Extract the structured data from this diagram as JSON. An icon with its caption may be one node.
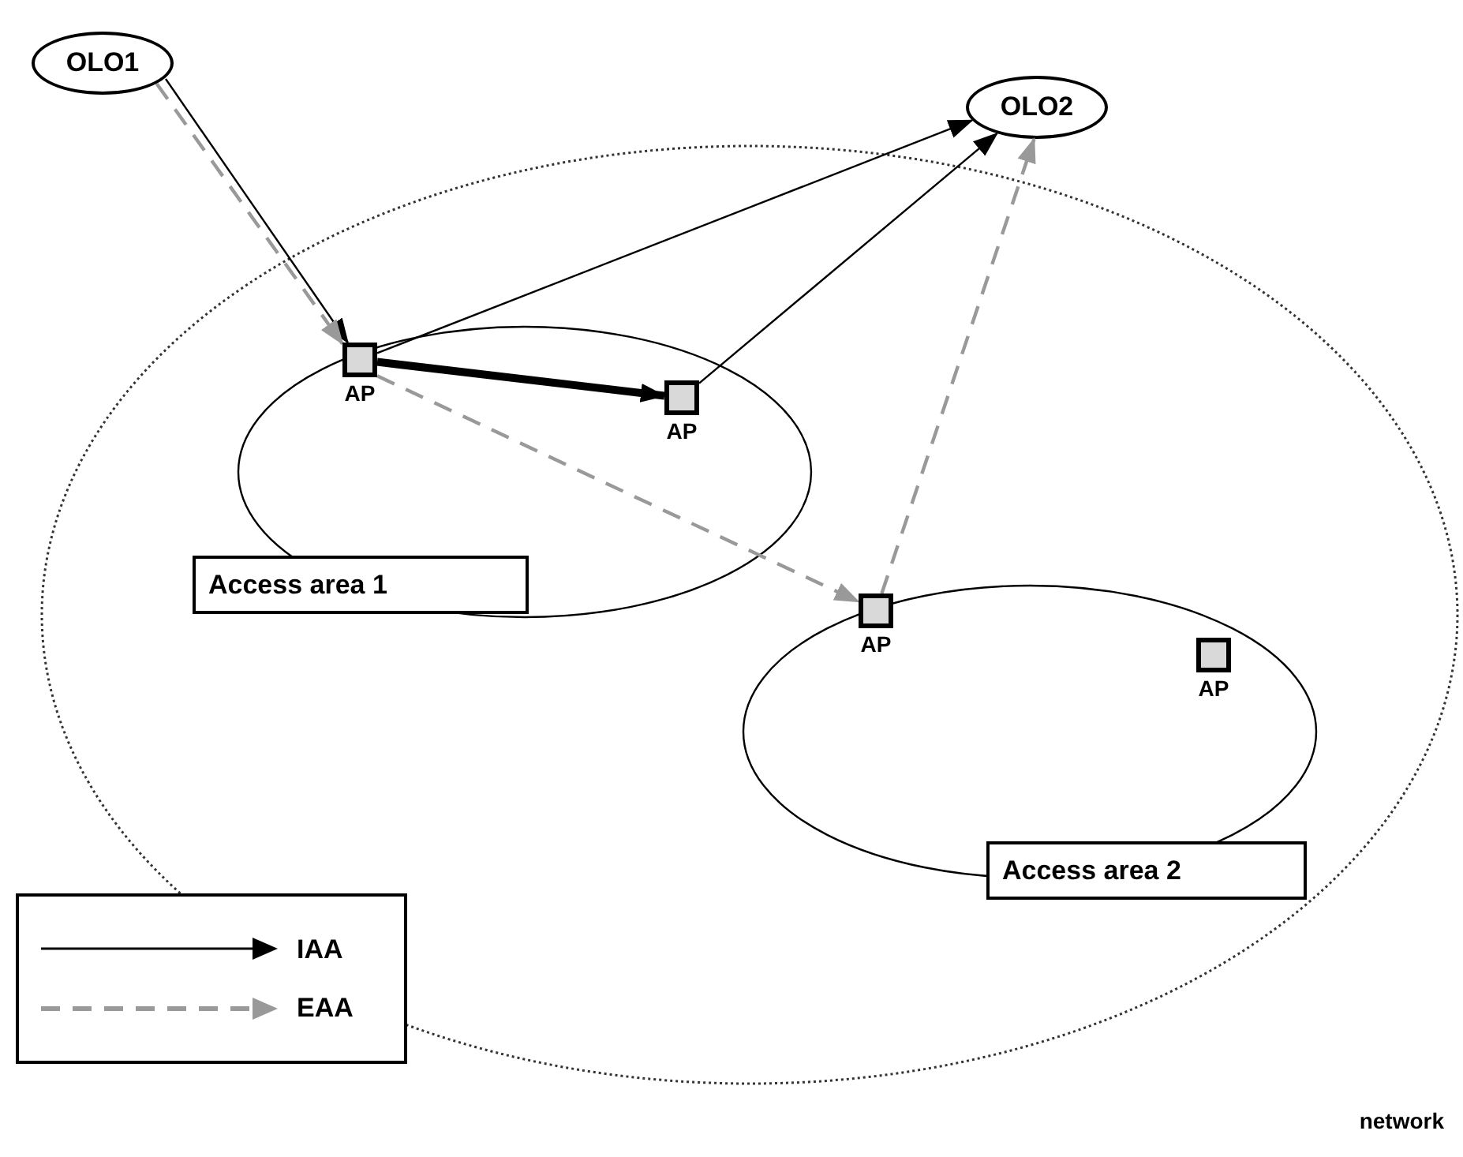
{
  "diagram": {
    "nodes": [
      {
        "text": [
          "OLO1"
        ]
      },
      {
        "text": [
          "OLO2"
        ]
      },
      {
        "text": [
          "network"
        ]
      },
      {
        "text": [
          "Access area 1"
        ],
        "in": 2
      },
      {
        "text": [
          "AP"
        ],
        "in": 3
      },
      {
        "text": [
          "AP"
        ],
        "in": 3
      },
      {
        "text": [
          "Access area 2"
        ],
        "in": 2
      },
      {
        "text": [
          "AP"
        ],
        "in": 6
      },
      {
        "text": [
          "AP"
        ],
        "in": 6
      }
    ],
    "edges": [
      {
        "from": 0,
        "to": 4,
        "arrow": "to"
      },
      {
        "from": 4,
        "to": 1,
        "arrow": "to"
      },
      {
        "from": 4,
        "to": 5,
        "arrow": "to",
        "style": "thick"
      },
      {
        "from": 5,
        "to": 1,
        "arrow": "to"
      },
      {
        "from": 0,
        "to": 4,
        "arrow": "to",
        "style": "dashed",
        "color": "#999999"
      },
      {
        "from": 4,
        "to": 7,
        "arrow": "to",
        "style": "dashed",
        "color": "#999999"
      },
      {
        "from": 7,
        "to": 1,
        "arrow": "to",
        "style": "dashed",
        "color": "#999999"
      }
    ],
    "legend": [
      {
        "text": "IAA"
      },
      {
        "text": "EAA"
      }
    ]
  }
}
